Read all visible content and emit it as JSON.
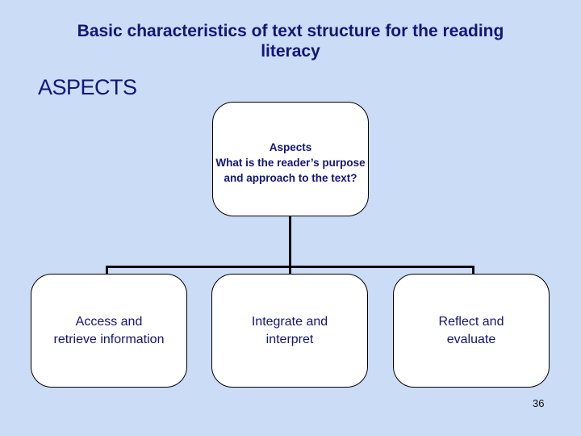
{
  "slide": {
    "title": "Basic characteristics of text structure for the reading literacy",
    "title_lines": [
      "Basic characteristics of text structure for the reading",
      "literacy"
    ],
    "section_heading": "ASPECTS",
    "page_number": "36"
  },
  "diagram": {
    "root_box": {
      "lines": [
        "Aspects",
        "What is the reader’s purpose",
        "and approach to the text?"
      ]
    },
    "child_boxes": [
      {
        "lines": [
          "Access and",
          "retrieve information"
        ]
      },
      {
        "lines": [
          "Integrate and",
          "interpret"
        ]
      },
      {
        "lines": [
          "Reflect and",
          "evaluate"
        ]
      }
    ]
  },
  "colors": {
    "background": "#cbdcf6",
    "heading_text": "#14147a",
    "box_fill": "#ffffff",
    "box_border": "#000000",
    "connector": "#000000",
    "page_number_text": "#111111"
  }
}
